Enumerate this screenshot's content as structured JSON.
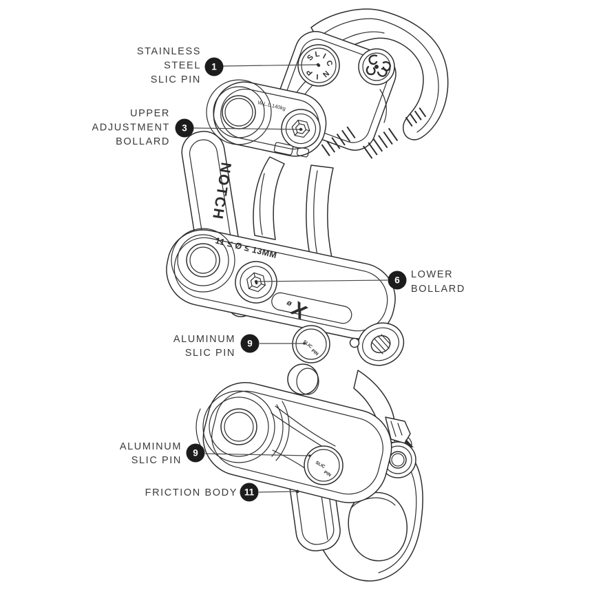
{
  "figure": {
    "background": "#ffffff",
    "line_color": "#2d2d2d",
    "label_color": "#3a3a3a",
    "leader_color": "#4a4a4a",
    "badge_bg": "#1c1c1c",
    "badge_text_color": "#ffffff"
  },
  "callouts": [
    {
      "number": "1",
      "lines": [
        "STAINLESS",
        "STEEL",
        "SLIC PIN"
      ]
    },
    {
      "number": "3",
      "lines": [
        "UPPER",
        "ADJUSTMENT",
        "BOLLARD"
      ]
    },
    {
      "number": "6",
      "lines": [
        "LOWER",
        "BOLLARD"
      ]
    },
    {
      "number": "9",
      "lines": [
        "ALUMINUM",
        "SLIC PIN"
      ]
    },
    {
      "number": "9",
      "lines": [
        "ALUMINUM",
        "SLIC PIN"
      ]
    },
    {
      "number": "11",
      "lines": [
        "FRICTION BODY"
      ]
    }
  ],
  "device_markings": {
    "top_pin": "SLIC PIN",
    "wll": "W.L.L 140kg",
    "brand": "NOTCH",
    "rope_diameter": "11 ≤ Ø ≤ 13MM",
    "x_logo": "øX",
    "pin_text_lines": [
      "SLIC",
      "PIN"
    ]
  }
}
